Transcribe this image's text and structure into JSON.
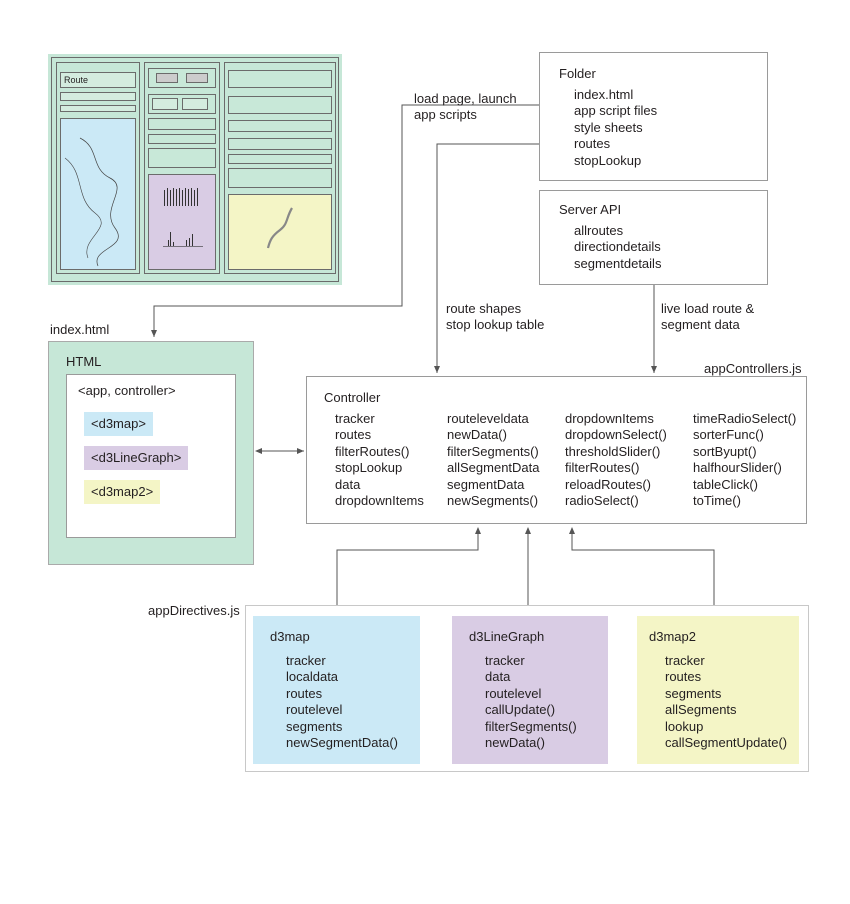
{
  "thumbnail": {
    "route_label": "Route"
  },
  "edges": {
    "load_page": [
      "load page, launch",
      "app scripts"
    ],
    "route_shapes": [
      "route shapes",
      "stop lookup table"
    ],
    "live_load": [
      "live load route &",
      "segment data"
    ]
  },
  "folder": {
    "title": "Folder",
    "items": [
      "index.html",
      "app script files",
      "style sheets",
      "routes",
      "stopLookup"
    ]
  },
  "server_api": {
    "title": "Server API",
    "items": [
      "allroutes",
      "directiondetails",
      "segmentdetails"
    ]
  },
  "index_html": {
    "file_label": "index.html",
    "title": "HTML",
    "app_tag": "<app, controller>",
    "tags": [
      {
        "label": "<d3map>",
        "color": "#cbe9f6"
      },
      {
        "label": "<d3LineGraph>",
        "color": "#d9cce4"
      },
      {
        "label": "<d3map2>",
        "color": "#f4f5c6"
      }
    ],
    "bg_color": "#c6e7d7"
  },
  "controller": {
    "file_label": "appControllers.js",
    "title": "Controller",
    "columns": [
      [
        "tracker",
        "routes",
        "filterRoutes()",
        "stopLookup",
        "data",
        "dropdownItems"
      ],
      [
        "routeleveldata",
        "newData()",
        "filterSegments()",
        "allSegmentData",
        "segmentData",
        "newSegments()"
      ],
      [
        "dropdownItems",
        "dropdownSelect()",
        "thresholdSlider()",
        "filterRoutes()",
        "reloadRoutes()",
        "radioSelect()"
      ],
      [
        "timeRadioSelect()",
        "sorterFunc()",
        "sortByupt()",
        "halfhourSlider()",
        "tableClick()",
        "toTime()"
      ]
    ]
  },
  "directives": {
    "file_label": "appDirectives.js",
    "boxes": [
      {
        "title": "d3map",
        "color": "#cbe9f6",
        "items": [
          "tracker",
          "localdata",
          "routes",
          "routelevel",
          "segments",
          "newSegmentData()"
        ]
      },
      {
        "title": "d3LineGraph",
        "color": "#d9cce4",
        "items": [
          "tracker",
          "data",
          "routelevel",
          "callUpdate()",
          "filterSegments()",
          "newData()"
        ]
      },
      {
        "title": "d3map2",
        "color": "#f4f5c6",
        "items": [
          "tracker",
          "routes",
          "segments",
          "allSegments",
          "lookup",
          "callSegmentUpdate()"
        ]
      }
    ]
  }
}
